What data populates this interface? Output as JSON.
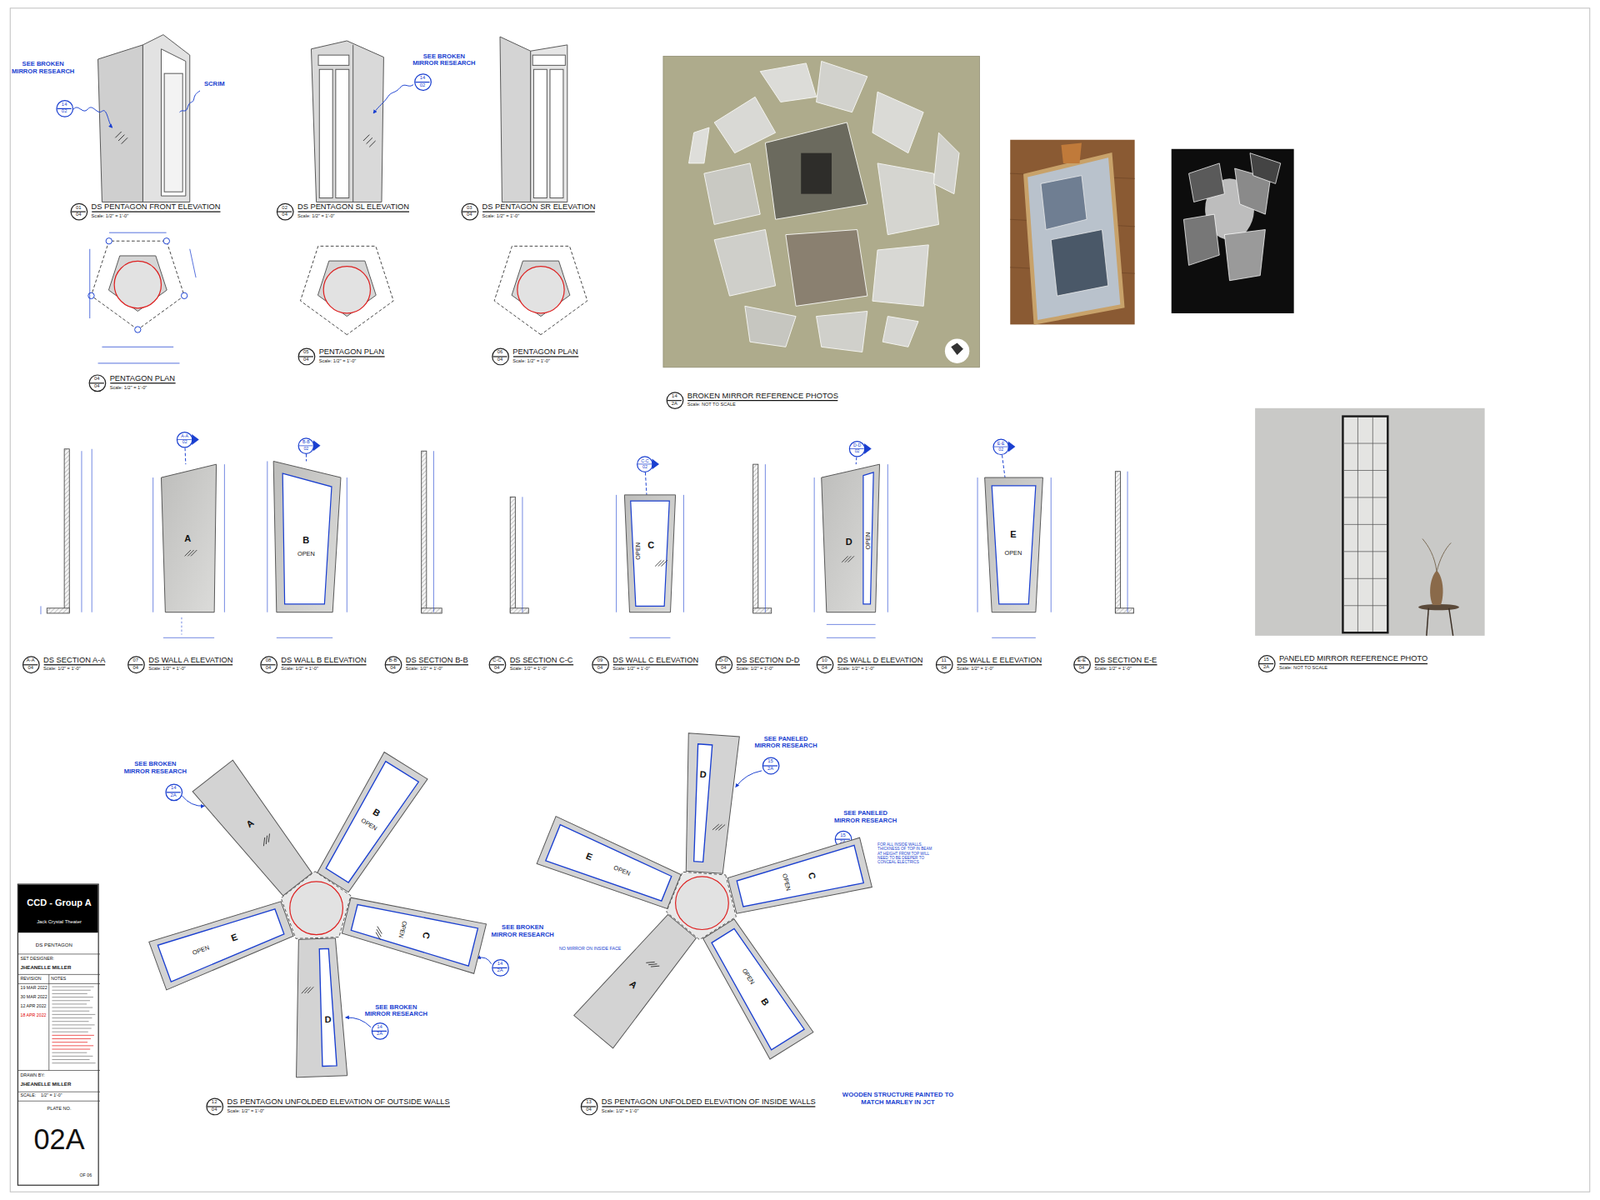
{
  "diagram": {
    "nodes": [
      {
        "text": [
          "SEE BROKEN MIRROR RESEARCH",
          "14",
          "02"
        ]
      },
      {
        "text": [
          "01",
          "04",
          "DS PENTAGON FRONT ELEVATION",
          "Scale: 1/2\" = 1'-0\""
        ]
      },
      {
        "text": [
          "SEE BROKEN MIRROR RESEARCH",
          "14",
          "02"
        ]
      },
      {
        "text": [
          "02",
          "04",
          "DS PENTAGON SL ELEVATION",
          "Scale: 1/2\" = 1'-0\""
        ]
      },
      {
        "text": [
          "03",
          "04",
          "DS PENTAGON SR ELEVATION",
          "Scale: 1/2\" = 1'-0\""
        ]
      },
      {
        "text": [
          "04",
          "04",
          "PENTAGON PLAN",
          "Scale: 1/2\" = 1'-0\""
        ]
      },
      {
        "text": [
          "05",
          "04",
          "PENTAGON PLAN",
          "Scale: 1/2\" = 1'-0\""
        ]
      },
      {
        "text": [
          "06",
          "04",
          "PENTAGON PLAN",
          "Scale: 1/2\" = 1'-0\""
        ]
      },
      {
        "text": [
          "14",
          "2A",
          "BROKEN MIRROR REFERENCE PHOTOS",
          "Scale: NOT TO SCALE"
        ]
      },
      {
        "text": [
          "A-A",
          "02"
        ]
      },
      {
        "text": [
          "A"
        ]
      },
      {
        "text": [
          "B-B",
          "02"
        ]
      },
      {
        "text": [
          "B",
          "OPEN"
        ]
      },
      {
        "text": [
          "C-C",
          "02"
        ]
      },
      {
        "text": [
          "C",
          "OPEN"
        ]
      },
      {
        "text": [
          "D-D",
          "02"
        ]
      },
      {
        "text": [
          "D",
          "OPEN"
        ]
      },
      {
        "text": [
          "E-E",
          "02"
        ]
      },
      {
        "text": [
          "E",
          "OPEN"
        ]
      },
      {
        "text": [
          "15",
          "2A",
          "PANELED MIRROR REFERENCE PHOTO",
          "Scale: NOT TO SCALE"
        ]
      },
      {
        "text": [
          "A-A",
          "04",
          "DS SECTION A-A",
          "Scale: 1/2\" = 1'-0\""
        ]
      },
      {
        "text": [
          "07",
          "04",
          "DS WALL A ELEVATION",
          "Scale: 1/2\" = 1'-0\""
        ]
      },
      {
        "text": [
          "08",
          "04",
          "DS WALL B ELEVATION",
          "Scale: 1/2\" = 1'-0\""
        ]
      },
      {
        "text": [
          "B-B",
          "04",
          "DS SECTION B-B",
          "Scale: 1/2\" = 1'-0\""
        ]
      },
      {
        "text": [
          "C-C",
          "04",
          "DS SECTION C-C",
          "Scale: 1/2\" = 1'-0\""
        ]
      },
      {
        "text": [
          "09",
          "04",
          "DS WALL C ELEVATION",
          "Scale: 1/2\" = 1'-0\""
        ]
      },
      {
        "text": [
          "D-D",
          "04",
          "DS SECTION D-D",
          "Scale: 1/2\" = 1'-0\""
        ]
      },
      {
        "text": [
          "10",
          "04",
          "DS WALL D ELEVATION",
          "Scale: 1/2\" = 1'-0\""
        ]
      },
      {
        "text": [
          "11",
          "04",
          "DS WALL E ELEVATION",
          "Scale: 1/2\" = 1'-0\""
        ]
      },
      {
        "text": [
          "E-E",
          "04",
          "DS SECTION E-E",
          "Scale: 1/2\" = 1'-0\""
        ]
      },
      {
        "text": [
          "SEE BROKEN MIRROR RESEARCH",
          "14",
          "2A"
        ]
      },
      {
        "text": [
          "A"
        ]
      },
      {
        "text": [
          "B",
          "OPEN"
        ]
      },
      {
        "text": [
          "OPEN",
          "E"
        ]
      },
      {
        "text": [
          "C",
          "OPEN"
        ]
      },
      {
        "text": [
          "SEE BROKEN MIRROR RESEARCH",
          "14",
          "2A"
        ]
      },
      {
        "text": [
          "D"
        ]
      },
      {
        "text": [
          "SEE BROKEN MIRROR RESEARCH",
          "14",
          "2A"
        ]
      },
      {
        "text": [
          "12",
          "04",
          "DS PENTAGON UNFOLDED ELEVATION OF OUTSIDE WALLS",
          "Scale: 1/2\" = 1'-0\""
        ]
      },
      {
        "text": [
          "SEE PANELED MIRROR RESEARCH",
          "15",
          "2A"
        ]
      },
      {
        "text": [
          "D"
        ]
      },
      {
        "text": [
          "SEE PANELED MIRROR RESEARCH",
          "15",
          "2A"
        ]
      },
      {
        "text": [
          "E",
          "OPEN"
        ]
      },
      {
        "text": [
          "C",
          "OPEN"
        ]
      },
      {
        "text": [
          "A"
        ]
      },
      {
        "text": [
          "OPEN",
          "B"
        ]
      },
      {
        "text": [
          "13",
          "04",
          "DS PENTAGON UNFOLDED ELEVATION OF INSIDE WALLS",
          "Scale: 1/2\" = 1'-0\""
        ]
      },
      {
        "text": [
          "CCD - Group A",
          "Jack Crystal Theater",
          "DS PENTAGON",
          "SET DESIGNER:",
          "JHEANELLE MILLER",
          "REVISION",
          "NOTES",
          "19 MAR 2022",
          "30 MAR 2022",
          "12 APR 2022",
          "18 APR 2022",
          "DRAWN BY:",
          "JHEANELLE MILLER",
          "SCALE:",
          "1/2\" = 1'-0\"",
          "PLATE NO.",
          "02A",
          "OF 06"
        ]
      }
    ],
    "edges": [
      {
        "from": 9,
        "to": 10,
        "arrow": "none"
      },
      {
        "from": 11,
        "to": 12,
        "arrow": "none"
      },
      {
        "from": 13,
        "to": 14,
        "arrow": "none"
      },
      {
        "from": 15,
        "to": 16,
        "arrow": "none"
      },
      {
        "from": 17,
        "to": 18,
        "arrow": "none"
      },
      {
        "from": 30,
        "to": 31,
        "arrow": "to"
      },
      {
        "from": 35,
        "to": 34,
        "arrow": "to"
      },
      {
        "from": 37,
        "to": 36,
        "arrow": "to"
      },
      {
        "from": 39,
        "to": 40,
        "arrow": "to"
      },
      {
        "from": 41,
        "to": 43,
        "arrow": "to"
      }
    ],
    "labels": [
      "SCRIM",
      "NO MIRROR ON INSIDE FACE",
      "FOR ALL INSIDE WALLS, THICKNESS OF TOP IN BEAM AT HEIGHT FROM TOP WILL NEED TO BE DEEPER TO CONCEAL ELECTRICS",
      "WOODEN STRUCTURE PAINTED TO MATCH MARLEY IN JCT"
    ]
  }
}
